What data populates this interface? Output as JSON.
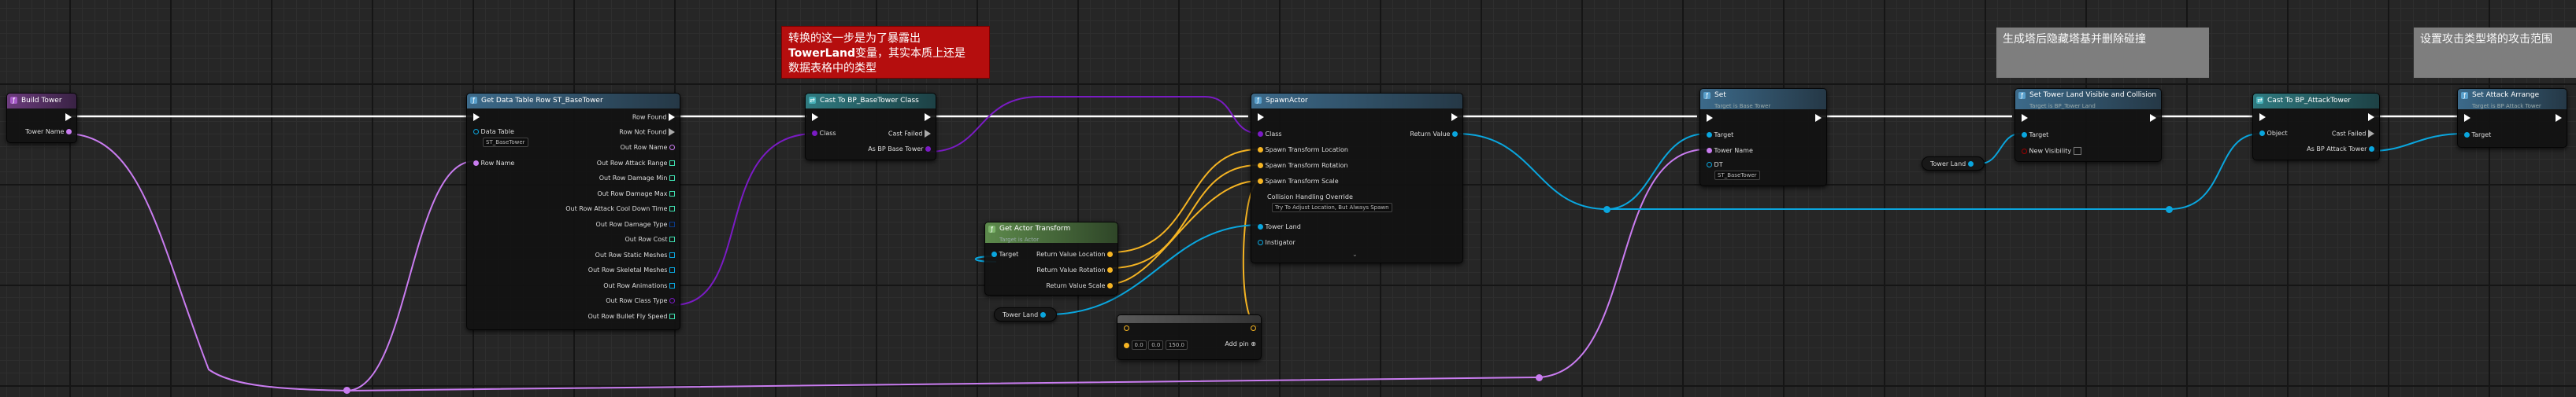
{
  "colors": {
    "exec": "#ffffff",
    "object": "#0aa6de",
    "name": "#c97cf0",
    "struct": "#f5b423",
    "class": "#7a1bc4",
    "bool": "#9b0000",
    "selection": "#e2a000"
  },
  "comments": {
    "red": {
      "line1": "转换的这一步是为了暴露出",
      "line2_bold": "TowerLand",
      "line2_rest": "变量，其实本质上还是",
      "line3": "数据表格中的类型"
    },
    "gray1": "生成塔后隐藏塔基并删除碰撞",
    "gray2": "设置攻击类型塔的攻击范围"
  },
  "nodes": {
    "build_tower": {
      "title": "Build Tower",
      "pin_tower_name": "Tower Name"
    },
    "get_row": {
      "title": "Get Data Table Row ST_BaseTower",
      "data_table": "Data Table",
      "data_table_val": "ST_BaseTower",
      "row_name": "Row Name",
      "row_found": "Row Found",
      "row_not_found": "Row Not Found",
      "outputs": [
        "Out Row Name",
        "Out Row Attack Range",
        "Out Row Damage Min",
        "Out Row Damage Max",
        "Out Row Attack Cool Down Time",
        "Out Row Damage Type",
        "Out Row Cost",
        "Out Row Static Meshes",
        "Out Row Skeletal Meshes",
        "Out Row Animations",
        "Out Row Class Type",
        "Out Row Bullet Fly Speed"
      ]
    },
    "cast_class": {
      "title": "Cast To BP_BaseTower Class",
      "class": "Class",
      "cast_failed": "Cast Failed",
      "as": "As BP Base Tower"
    },
    "spawn": {
      "title": "SpawnActor",
      "class": "Class",
      "return": "Return Value",
      "loc": "Spawn Transform Location",
      "rot": "Spawn Transform Rotation",
      "scale": "Spawn Transform Scale",
      "collision": "Collision Handling Override",
      "collision_val": "Try To Adjust Location, But Always Spawn",
      "tower_land": "Tower Land",
      "instigator": "Instigator"
    },
    "get_actor_transform": {
      "title": "Get Actor Transform",
      "subtitle": "Target is Actor",
      "target": "Target",
      "rv_loc": "Return Value Location",
      "rv_rot": "Return Value Rotation",
      "rv_scale": "Return Value Scale"
    },
    "make_array": {
      "v1": "0.0",
      "v2": "0.0",
      "v3": "150.0",
      "add_pin": "Add pin"
    },
    "set_node": {
      "title": "Set",
      "subtitle": "Target is Base Tower",
      "target": "Target",
      "tower_name": "Tower Name",
      "dt": "DT",
      "dt_val": "ST_BaseTower"
    },
    "set_visible": {
      "title": "Set Tower Land Visible and Collision",
      "subtitle": "Target is BP_Tower Land",
      "target": "Target",
      "new_vis": "New Visibility"
    },
    "cast_attack": {
      "title": "Cast To BP_AttackTower",
      "object": "Object",
      "cast_failed": "Cast Failed",
      "as": "As BP Attack Tower"
    },
    "set_attack": {
      "title": "Set Attack Arrange",
      "subtitle": "Target is BP Attack Tower",
      "target": "Target"
    }
  },
  "vars": {
    "tower_land_1": "Tower Land",
    "tower_land_2": "Tower Land"
  }
}
